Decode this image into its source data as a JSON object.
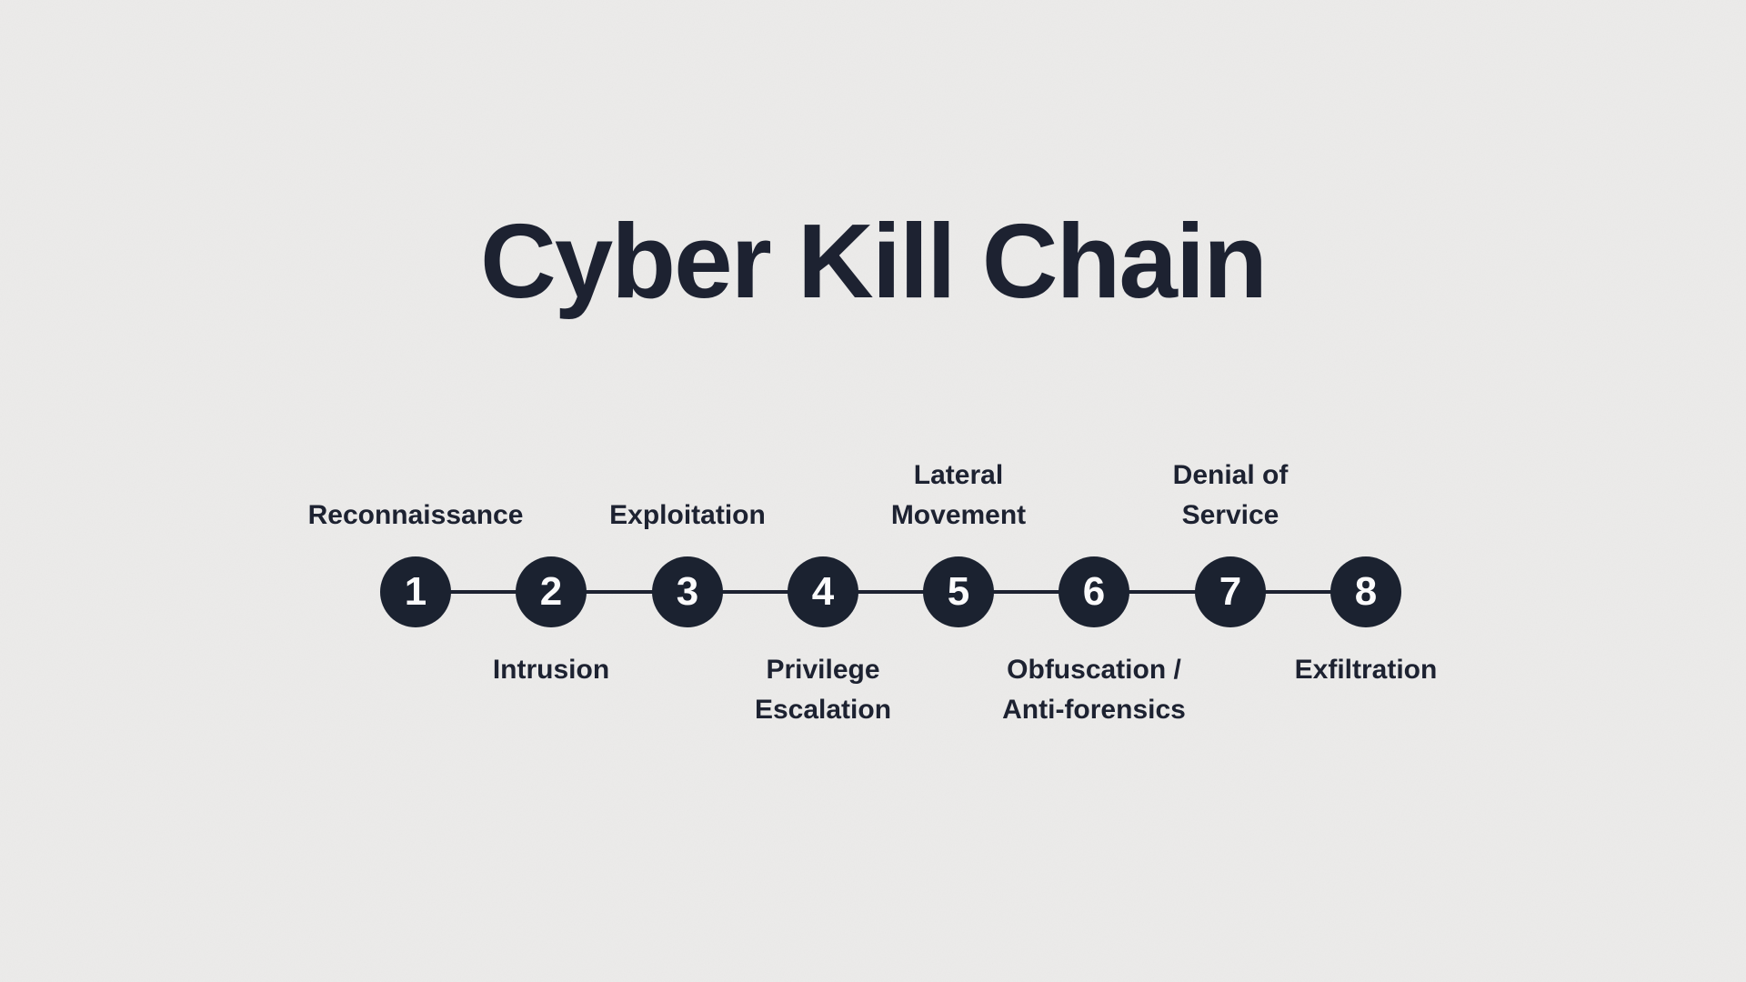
{
  "title": "Cyber Kill Chain",
  "colors": {
    "background": "#ecebea",
    "ink": "#1d2231",
    "node_fill": "#1b2230",
    "node_number": "#fbfbfc"
  },
  "timeline": {
    "steps": [
      {
        "number": "1",
        "label": "Reconnaissance",
        "label_position": "top"
      },
      {
        "number": "2",
        "label": "Intrusion",
        "label_position": "bottom"
      },
      {
        "number": "3",
        "label": "Exploitation",
        "label_position": "top"
      },
      {
        "number": "4",
        "label": "Privilege\nEscalation",
        "label_position": "bottom"
      },
      {
        "number": "5",
        "label": "Lateral\nMovement",
        "label_position": "top"
      },
      {
        "number": "6",
        "label": "Obfuscation /\nAnti-forensics",
        "label_position": "bottom"
      },
      {
        "number": "7",
        "label": "Denial of\nService",
        "label_position": "top"
      },
      {
        "number": "8",
        "label": "Exfiltration",
        "label_position": "bottom"
      }
    ]
  }
}
